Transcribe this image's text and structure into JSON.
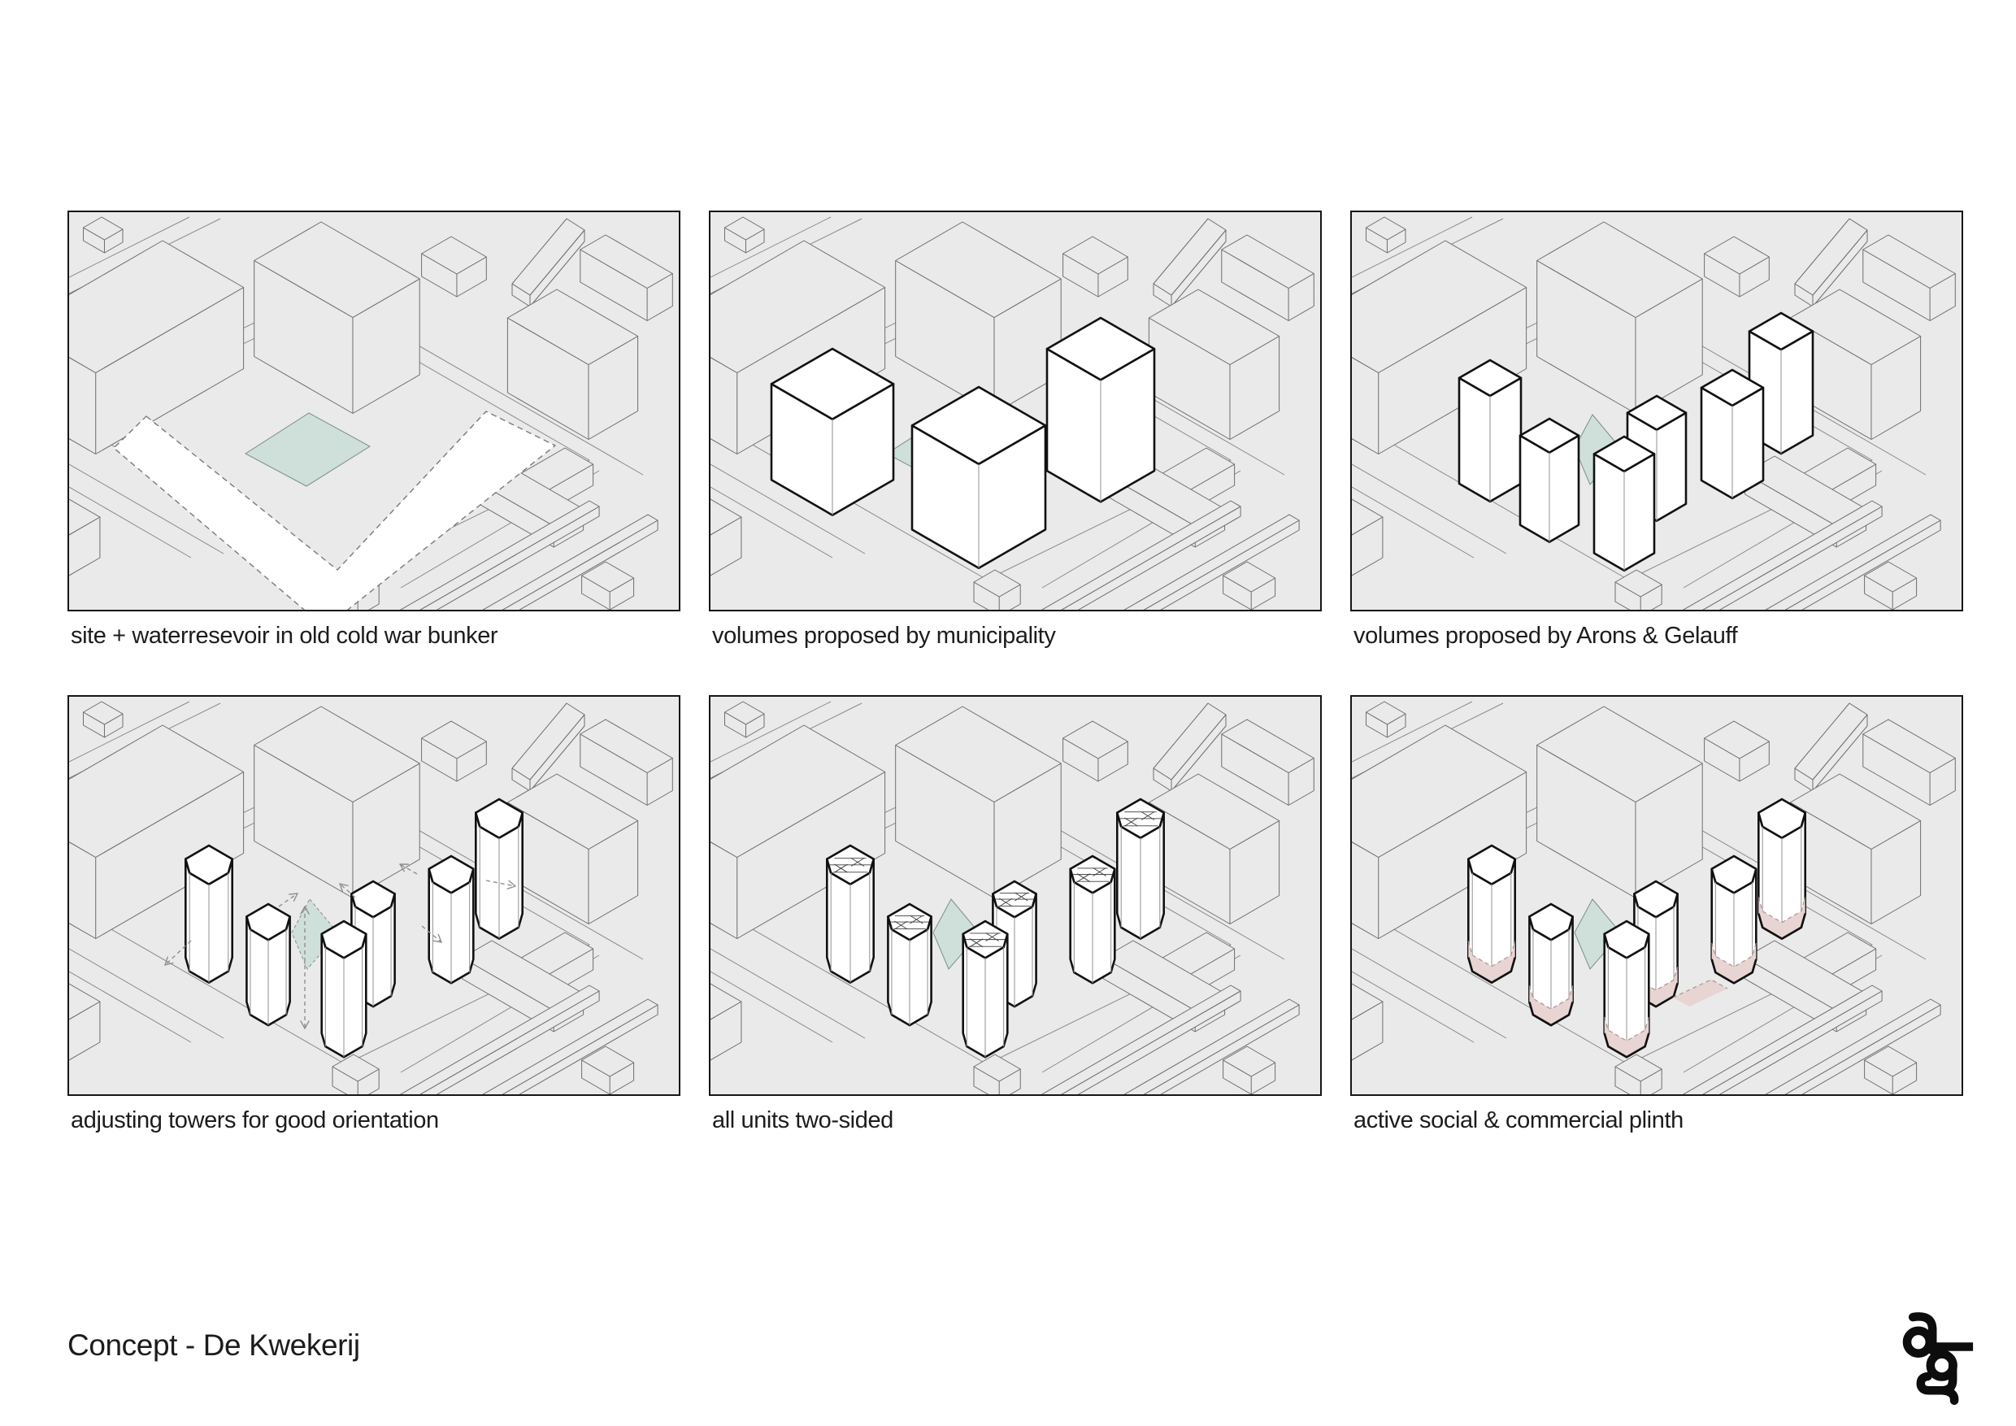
{
  "page": {
    "title": "Concept - De Kwekerij"
  },
  "panels": [
    {
      "id": "site",
      "caption": "site + waterresevoir in old cold war bunker"
    },
    {
      "id": "municipality",
      "caption": "volumes proposed by municipality"
    },
    {
      "id": "arons-gelauff",
      "caption": "volumes proposed by Arons & Gelauff"
    },
    {
      "id": "orientation",
      "caption": "adjusting towers for good orientation"
    },
    {
      "id": "two-sided",
      "caption": "all units two-sided"
    },
    {
      "id": "plinth",
      "caption": "active social & commercial plinth"
    }
  ],
  "logo": {
    "name": "arons-gelauff-monogram",
    "letters": "ag"
  },
  "colors": {
    "panel_bg": "#e9eae9",
    "background_line": "#6e6e6e",
    "street_line": "#8a8a8a",
    "volume_outline": "#111111",
    "water_teal": "#cfdfda",
    "plinth_pink": "#e8d4d2",
    "dashed_site": "#7a7a7a",
    "text": "#1c1c1c"
  }
}
